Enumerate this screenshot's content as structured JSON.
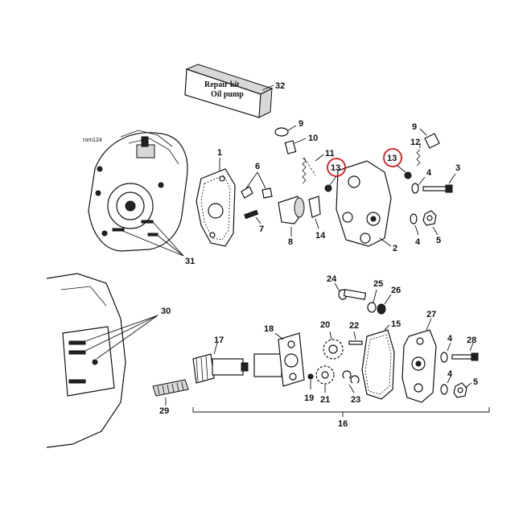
{
  "catalog_code": "rom124",
  "repair_kit": {
    "line1": "Repair kit",
    "line2": "Oil pump",
    "number": "32"
  },
  "highlight_color": "#d9141b",
  "callouts": {
    "n1": "1",
    "n2": "2",
    "n3": "3",
    "n4a": "4",
    "n4b": "4",
    "n4c": "4",
    "n4d": "4",
    "n5a": "5",
    "n5b": "5",
    "n6": "6",
    "n7": "7",
    "n8": "8",
    "n9a": "9",
    "n9b": "9",
    "n10": "10",
    "n11": "11",
    "n12": "12",
    "n13a": "13",
    "n13b": "13",
    "n14": "14",
    "n15": "15",
    "n16": "16",
    "n17": "17",
    "n18": "18",
    "n19": "19",
    "n20": "20",
    "n21": "21",
    "n22": "22",
    "n23": "23",
    "n24": "24",
    "n25": "25",
    "n26": "26",
    "n27": "27",
    "n28": "28",
    "n29": "29",
    "n30": "30",
    "n31": "31"
  }
}
